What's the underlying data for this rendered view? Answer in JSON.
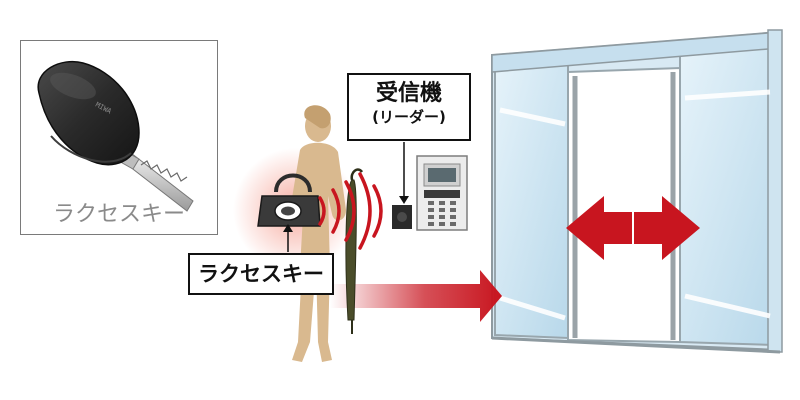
{
  "key_photo": {
    "caption": "ラクセスキー",
    "brand_mark": "MIWA"
  },
  "receiver": {
    "title": "受信機",
    "subtitle": "(リーダー)"
  },
  "key_callout": {
    "label": "ラクセスキー"
  },
  "colors": {
    "signal_red": "#c8151f",
    "glass_blue": "#cfe6f2",
    "frame_gray": "#9aa3a8",
    "person_beige": "#d9b98f"
  },
  "icons": [
    "key-fob-icon",
    "person-silhouette-icon",
    "handbag-icon",
    "umbrella-icon",
    "signal-waves-icon",
    "card-reader-icon",
    "intercom-panel-icon",
    "automatic-door-icon",
    "door-open-arrows-icon",
    "approach-arrow-icon"
  ]
}
